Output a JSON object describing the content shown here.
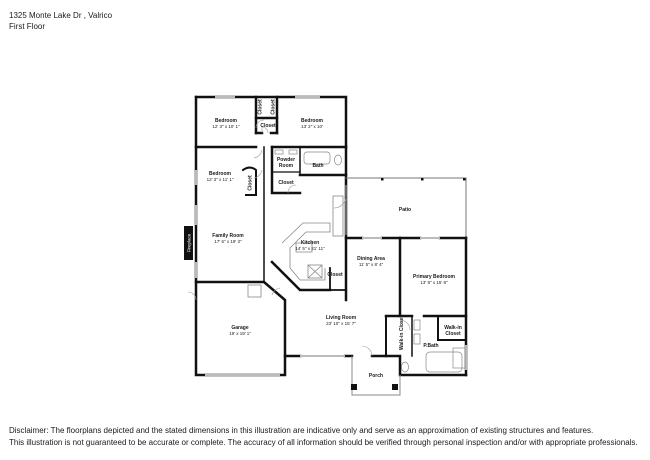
{
  "header": {
    "address": "1325 Monte Lake Dr , Valrico",
    "floor": "First Floor"
  },
  "rooms": [
    {
      "name": "Bedroom",
      "dims": "12' 3\" x 10' 1\""
    },
    {
      "name": "Bedroom",
      "dims": "13' 2\" x 10'"
    },
    {
      "name": "Bedroom",
      "dims": "12' 3\" x 11' 1\""
    },
    {
      "name": "Family Room",
      "dims": "17' 6\" x 19' 3\""
    },
    {
      "name": "Kitchen",
      "dims": "14' 5\" x 21' 11\""
    },
    {
      "name": "Dining Area",
      "dims": "11' 5\" x 8' 4\""
    },
    {
      "name": "Primary Bedroom",
      "dims": "13' 9\" x 15' 8\""
    },
    {
      "name": "Garage",
      "dims": "18' x 19' 1\""
    },
    {
      "name": "Living Room",
      "dims": "23' 10\" x 15' 7\""
    }
  ],
  "labels": {
    "closet": "Closet",
    "powder_room": "Powder Room",
    "powder_line1": "Powder",
    "powder_line2": "Room",
    "bath": "Bath",
    "patio": "Patio",
    "porch": "Porch",
    "pbath": "P.Bath",
    "walkin_closet": "Walk-in Closet",
    "walkin_line1": "Walk-in",
    "walkin_line2": "Closet",
    "fireplace": "Fireplace"
  },
  "disclaimer": {
    "line1": "Disclaimer: The floorplans depicted and the stated dimensions in this illustration are indicative only and serve as an approximation of existing structures and features.",
    "line2": "This illustration is not guaranteed to be accurate or complete. The accuracy of all information should be verified through personal inspection and/or with appropriate professionals."
  },
  "colors": {
    "wall": "#111111",
    "window": "#c8c8c8",
    "fixture": "#9a9a9a",
    "background": "#ffffff"
  }
}
